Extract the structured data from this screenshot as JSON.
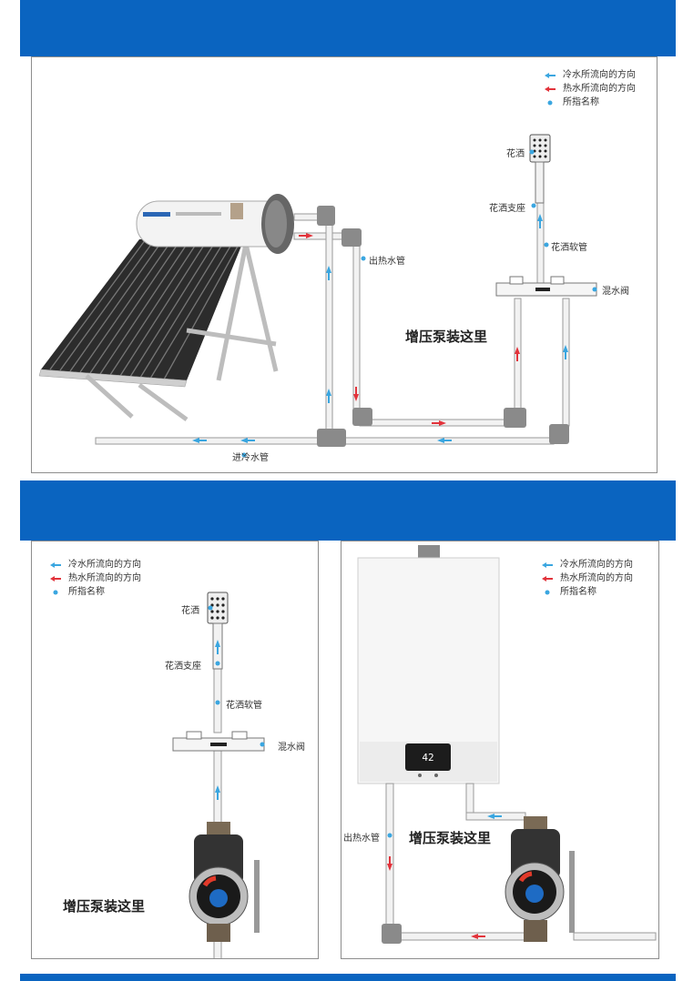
{
  "legend": {
    "cold": "冷水所流向的方向",
    "hot": "热水所流向的方向",
    "point": "所指名称"
  },
  "section1": {
    "showerhead": "花洒",
    "shower_holder": "花洒支座",
    "shower_hose": "花洒软管",
    "mixing_valve": "混水阀",
    "hot_outlet_pipe": "出热水管",
    "cold_inlet_pipe": "进冷水管",
    "pump_here": "增压泵装这里"
  },
  "section2": {
    "showerhead": "花洒",
    "shower_holder": "花洒支座",
    "shower_hose": "花洒软管",
    "mixing_valve": "混水阀",
    "pump_here": "增压泵装这里"
  },
  "section3": {
    "hot_outlet_pipe": "出热水管",
    "pump_here": "增压泵装这里",
    "display_value": "42"
  },
  "colors": {
    "banner": "#0a64c0",
    "cold_arrow": "#3aa6e0",
    "hot_arrow": "#e2333b",
    "pipe_fitting": "#8a8a8a"
  }
}
